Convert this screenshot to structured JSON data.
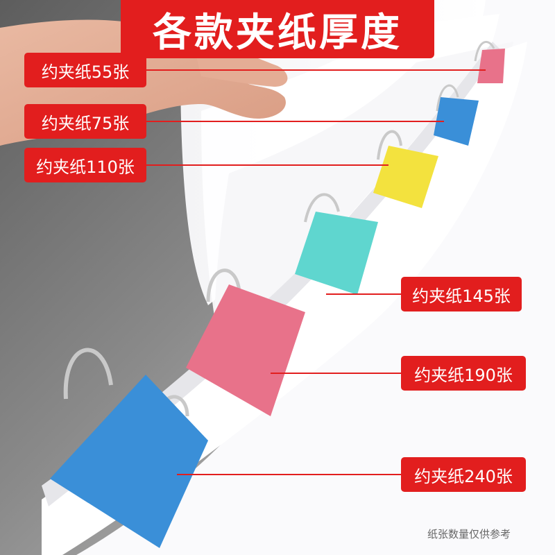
{
  "title": "各款夹纸厚度",
  "labels": [
    "约夹纸55张",
    "约夹纸75张",
    "约夹纸110张",
    "约夹纸145张",
    "约夹纸190张",
    "约夹纸240张"
  ],
  "footnote": "纸张数量仅供参考",
  "colors": {
    "accent_red": "#e21e1e",
    "clip_pink": "#e8728a",
    "clip_blue": "#3a8fd8",
    "clip_yellow": "#f3e23e",
    "clip_teal": "#5fd6cf",
    "paper": "#ffffff"
  },
  "clips": [
    "pink",
    "blue",
    "yellow",
    "teal",
    "pink",
    "blue"
  ]
}
